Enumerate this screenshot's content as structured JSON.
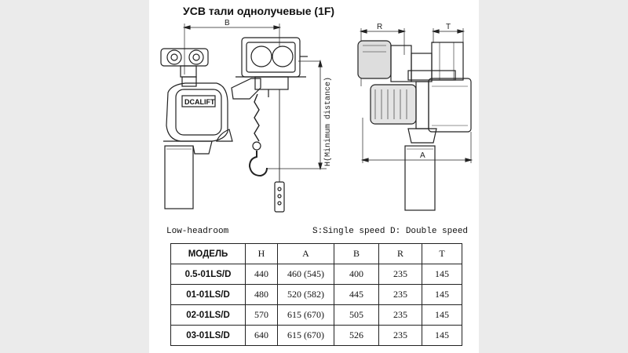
{
  "title": "УСВ тали однолучевые (1F)",
  "drawing": {
    "logo": "DCALIFT",
    "dim_B": "B",
    "dim_R": "R",
    "dim_T": "T",
    "dim_A": "A",
    "dim_H": "H(Minimum distance)"
  },
  "captions": {
    "left": "Low-headroom",
    "right": "S:Single speed D: Double speed"
  },
  "table": {
    "headers": [
      "МОДЕЛЬ",
      "H",
      "A",
      "B",
      "R",
      "T"
    ],
    "rows": [
      [
        "0.5-01LS/D",
        "440",
        "460 (545)",
        "400",
        "235",
        "145"
      ],
      [
        "01-01LS/D",
        "480",
        "520 (582)",
        "445",
        "235",
        "145"
      ],
      [
        "02-01LS/D",
        "570",
        "615 (670)",
        "505",
        "235",
        "145"
      ],
      [
        "03-01LS/D",
        "640",
        "615 (670)",
        "526",
        "235",
        "145"
      ]
    ]
  }
}
